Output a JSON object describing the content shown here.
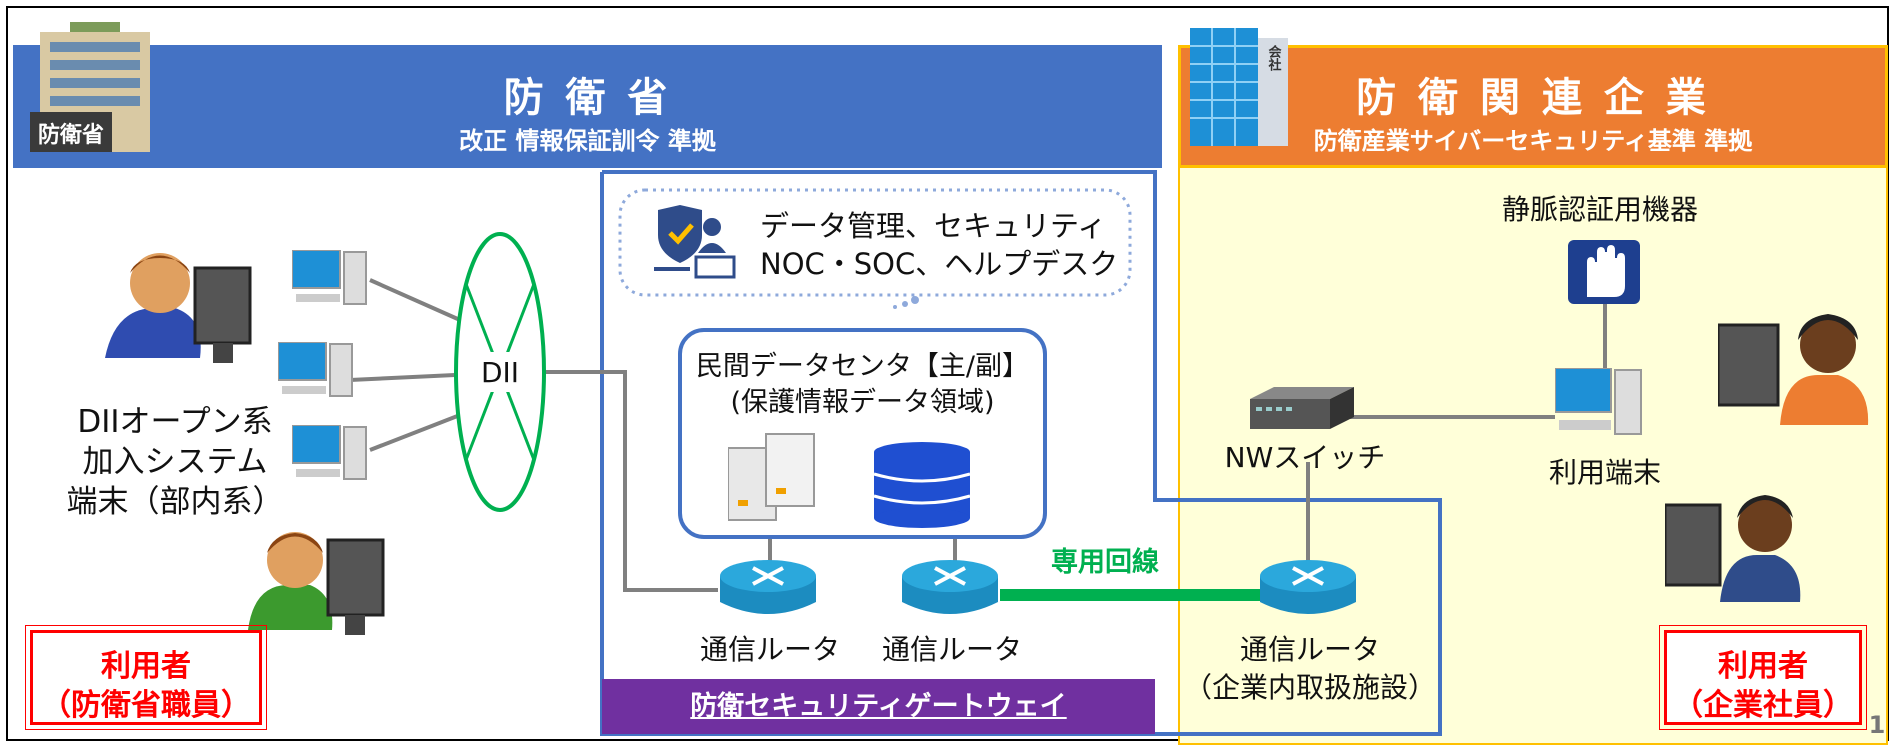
{
  "header_left": {
    "title": "防 衛 省",
    "subtitle": "改正 情報保証訓令 準拠",
    "building_sign": "防衛省"
  },
  "header_right": {
    "title": "防 衛 関 連 企 業",
    "subtitle": "防衛産業サイバーセキュリティ基準 準拠",
    "building_sign": "会社"
  },
  "ops_bubble": {
    "line1": "データ管理、セキュリティ",
    "line2": "NOC・SOC、ヘルプデスク"
  },
  "datacenter": {
    "line1": "民間データセンタ【主/副】",
    "line2": "(保護情報データ領域)"
  },
  "dii": {
    "label": "DII"
  },
  "dii_terminal": {
    "line1": "DIIオープン系",
    "line2": "加入システム",
    "line3": "端末（部内系）"
  },
  "routers": {
    "r1": "通信ルータ",
    "r2": "通信ルータ",
    "r3_line1": "通信ルータ",
    "r3_line2": "（企業内取扱施設）"
  },
  "dedicated_line": {
    "label": "専用回線"
  },
  "nw_switch": {
    "label": "NWスイッチ"
  },
  "vein_device": {
    "label": "静脈認証用機器"
  },
  "user_terminal": {
    "label": "利用端末"
  },
  "user_left": {
    "line1": "利用者",
    "line2": "（防衛省職員）"
  },
  "user_right": {
    "line1": "利用者",
    "line2": "（企業社員）"
  },
  "gateway": {
    "label": "防衛セキュリティゲートウェイ"
  },
  "page_number": "1",
  "colors": {
    "mod_blue": "#4472C4",
    "company_orange": "#ED7D31",
    "company_bg": "#FFFFD9",
    "gateway_purple": "#7030A0",
    "dedicated_green": "#00B050",
    "user_red": "#FF0000"
  }
}
